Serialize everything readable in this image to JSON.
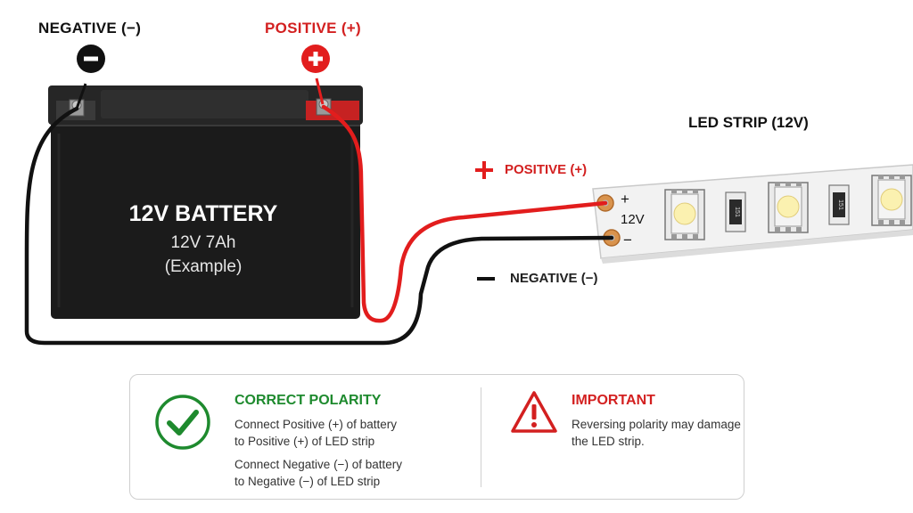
{
  "battery": {
    "title": "12V BATTERY",
    "spec": "12V 7Ah",
    "note": "(Example)",
    "negative_terminal_label": "NEGATIVE (−)",
    "positive_terminal_label": "POSITIVE (+)"
  },
  "led_strip": {
    "title": "LED STRIP (12V)",
    "plus_mark": "+",
    "voltage": "12V",
    "minus_mark": "−",
    "resistor_code": "151"
  },
  "wires": {
    "positive_label": "POSITIVE (+)",
    "negative_label": "NEGATIVE (−)"
  },
  "info": {
    "correct_title": "CORRECT POLARITY",
    "correct_line1": "Connect Positive (+) of battery",
    "correct_line2": "to Positive (+) of LED strip",
    "correct_line3": "Connect Negative (−) of battery",
    "correct_line4": "to Negative (−) of LED strip",
    "warning_title": "IMPORTANT",
    "warning_line1": "Reversing polarity may damage",
    "warning_line2": "the LED strip."
  },
  "colors": {
    "positive": "#d32020",
    "negative": "#111111",
    "ok": "#1e8a2e",
    "battery_body": "#1b1b1b"
  },
  "icons": [
    "minus-icon",
    "plus-icon",
    "checkmark-icon",
    "warning-icon"
  ]
}
